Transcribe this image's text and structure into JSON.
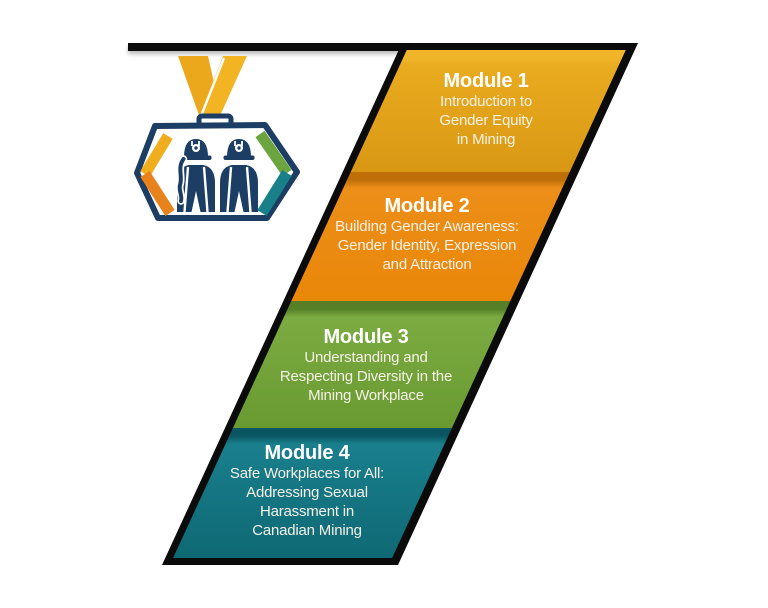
{
  "page": {
    "background": "#FFFFFF",
    "outline_color": "#0B0B0B"
  },
  "text_colors": {
    "title": "#FFFFFF",
    "body": "#F5F1E6"
  },
  "modules": [
    {
      "title": "Module 1",
      "lines": [
        "Introduction to",
        "Gender Equity",
        "in Mining"
      ],
      "colors": {
        "top": "#F0B529",
        "main": "#E9AB1F",
        "bottom": "#D99814"
      }
    },
    {
      "title": "Module 2",
      "lines": [
        "Building Gender Awareness:",
        "Gender Identity, Expression",
        "and Attraction"
      ],
      "colors": {
        "top": "#BF6F08",
        "main": "#EC8E19",
        "bottom": "#E98708"
      }
    },
    {
      "title": "Module 3",
      "lines": [
        "Understanding and",
        "Respecting Diversity in the",
        "Mining Workplace"
      ],
      "colors": {
        "top": "#567F28",
        "main": "#7BAB41",
        "bottom": "#699A31"
      }
    },
    {
      "title": "Module 4",
      "lines": [
        "Safe Workplaces for All:",
        "Addressing Sexual",
        "Harassment in",
        "Canadian Mining"
      ],
      "colors": {
        "top": "#0A5763",
        "main": "#1A7F8D",
        "bottom": "#0E6974"
      }
    }
  ],
  "logo": {
    "icon": "miners-badge-icon",
    "parts": [
      "lanyard-ribbon-icon",
      "badge-hexagon-icon",
      "miner-female-icon",
      "miner-male-icon"
    ],
    "colors": {
      "navy": "#1C3D64",
      "lanyard": "#ECA81C",
      "lanyard_light": "#F3B424",
      "chevron_yellow": "#F0AE1E",
      "chevron_orange": "#E8821A",
      "chevron_green": "#6CA43F",
      "chevron_teal": "#178089"
    }
  }
}
